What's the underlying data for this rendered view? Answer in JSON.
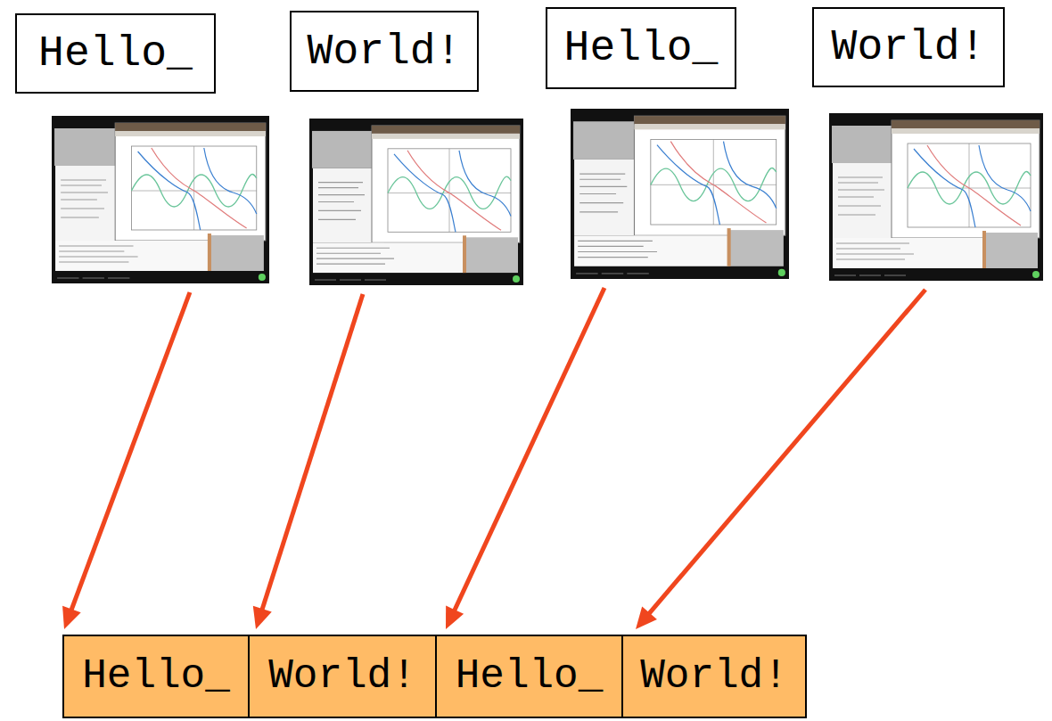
{
  "diagram": {
    "nodes": [
      {
        "text": [
          "Hello_"
        ]
      },
      {
        "text": [
          "World!"
        ]
      },
      {
        "text": [
          "Hello_"
        ]
      },
      {
        "text": [
          "World!"
        ]
      },
      {
        "text": [
          "Hello_"
        ]
      },
      {
        "text": [
          "World!"
        ]
      },
      {
        "text": [
          "Hello_"
        ]
      },
      {
        "text": [
          "World!"
        ]
      }
    ],
    "edges": [
      {
        "from": 0,
        "to": 4,
        "arrow": "to"
      },
      {
        "from": 1,
        "to": 5,
        "arrow": "to"
      },
      {
        "from": 2,
        "to": 6,
        "arrow": "to"
      },
      {
        "from": 3,
        "to": 7,
        "arrow": "to"
      }
    ]
  }
}
